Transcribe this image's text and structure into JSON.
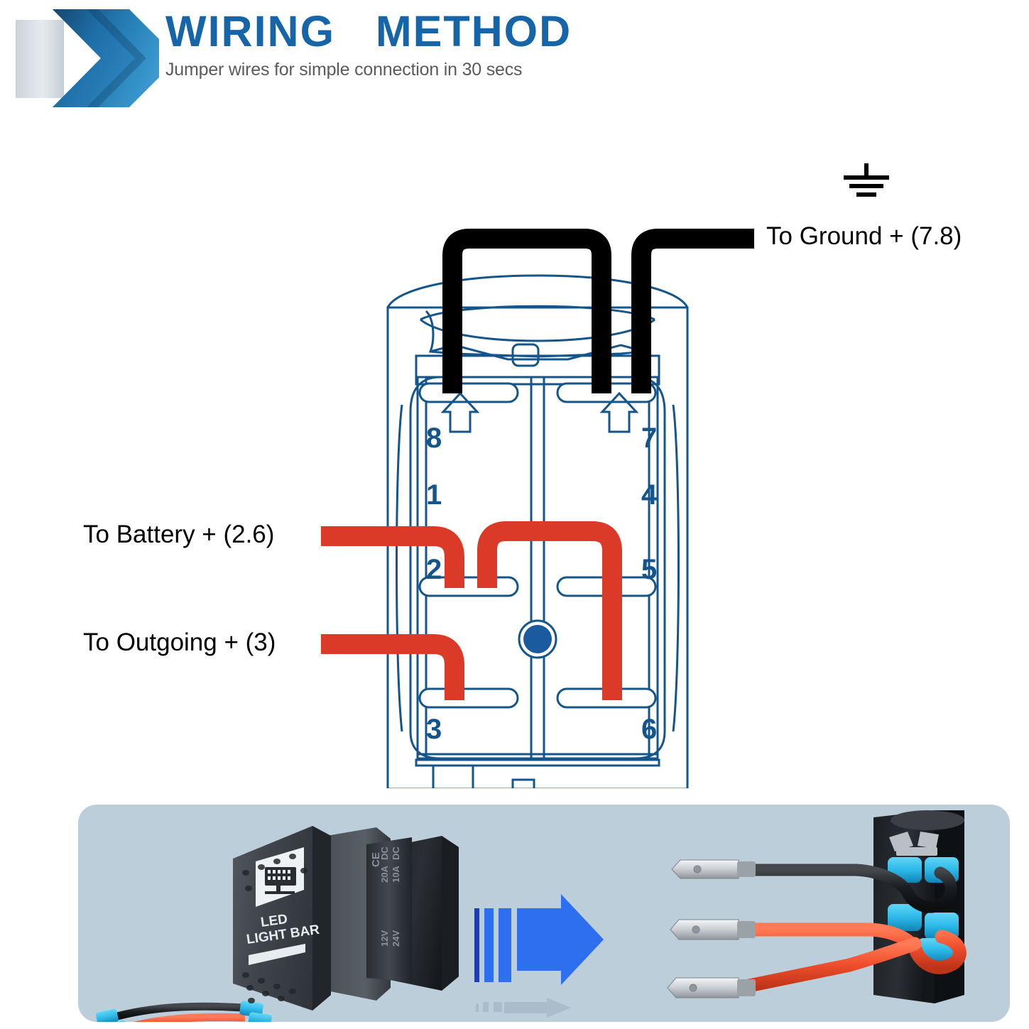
{
  "header": {
    "title": "WIRING   METHOD",
    "subtitle": "Jumper wires for simple connection in 30 secs",
    "logo_icon": "double-chevron-right-icon",
    "title_color": "#1565A8",
    "subtitle_color": "#5B5B5B"
  },
  "diagram": {
    "labels": {
      "ground": "To Ground + (7.8)",
      "battery": "To Battery + (2.6)",
      "outgoing": "To Outgoing + (3)"
    },
    "ground_symbol_icon": "earth-ground-icon",
    "pins": {
      "left_column": [
        "8",
        "1",
        "2",
        "3"
      ],
      "right_column": [
        "7",
        "4",
        "5",
        "6"
      ]
    },
    "arrow_icons": [
      "up-arrow-icon-left",
      "up-arrow-icon-right"
    ],
    "indicator_dot_icon": "led-indicator-dot",
    "wires": [
      {
        "name": "ground-jumper-wire",
        "color": "#000000",
        "from": "8",
        "to": "7"
      },
      {
        "name": "ground-lead-wire",
        "color": "#000000",
        "from": "7",
        "to": "To Ground + (7.8)"
      },
      {
        "name": "battery-lead-wire",
        "color": "#DC3A28",
        "from": "To Battery + (2.6)",
        "to": "2"
      },
      {
        "name": "battery-jumper-wire",
        "color": "#DC3A28",
        "from": "2",
        "to": "5"
      },
      {
        "name": "outgoing-lead-wire",
        "color": "#DC3A28",
        "from": "To Outgoing + (3)",
        "to": "3"
      }
    ],
    "outline_color": "#14558C",
    "wire_red": "#DC3A28",
    "wire_black": "#000000",
    "dot_color": "#1A5A9E"
  },
  "photo_panel": {
    "background_color": "#BDCEDB",
    "switch": {
      "label_line1": "LED",
      "label_line2": "LIGHT BAR",
      "face_icon": "led-light-bar-icon",
      "markings": [
        "CE",
        "20A DC",
        "10A DC",
        "12V",
        "24V"
      ],
      "body_color": "#3E4348"
    },
    "arrow_icon": "blue-right-arrow-icon",
    "arrow_color": "#2E6FF0",
    "reflection_arrow_color": "#9CAFBC",
    "jumper_wires": {
      "black_wire_color": "#1A1A1A",
      "red_wire_color": "#F0502E",
      "terminal_color": "#2BB8E8"
    }
  }
}
